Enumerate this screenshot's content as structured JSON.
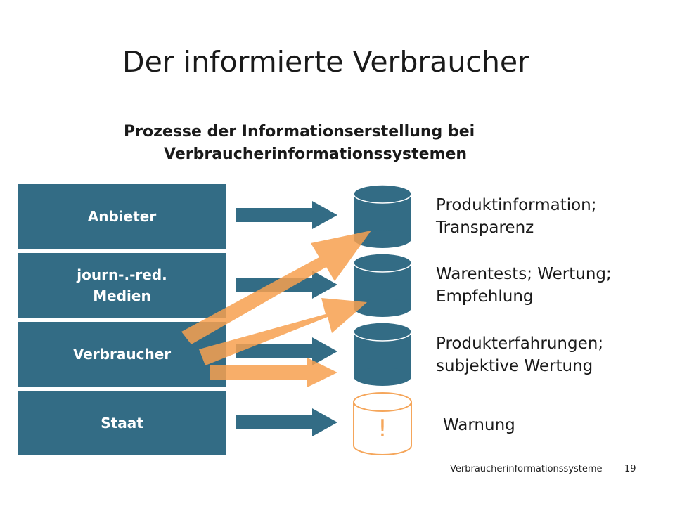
{
  "slide": {
    "title": "Der informierte Verbraucher",
    "subtitle_line1": "Prozesse der Informationserstellung bei",
    "subtitle_line2": "Verbraucherinformationssystemen"
  },
  "sources": [
    {
      "label": "Anbieter"
    },
    {
      "label": "journ-.-red.\nMedien"
    },
    {
      "label": "Verbraucher"
    },
    {
      "label": "Staat"
    }
  ],
  "outputs": [
    {
      "line1": "Produktinformation;",
      "line2": "Transparenz"
    },
    {
      "line1": "Warentests; Wertung;",
      "line2": "Empfehlung"
    },
    {
      "line1": "Produkterfahrungen;",
      "line2": "subjektive Wertung"
    },
    {
      "line1": "Warnung",
      "line2": ""
    }
  ],
  "warning_glyph": "!",
  "footer": {
    "label": "Verbraucherinformationssysteme",
    "page": "19"
  },
  "colors": {
    "box": "#336c85",
    "arrow_dark": "#336c85",
    "arrow_orange": "#f5a65b",
    "cylinder_dark": "#336c85",
    "cylinder_warning": "#f5a65b"
  }
}
